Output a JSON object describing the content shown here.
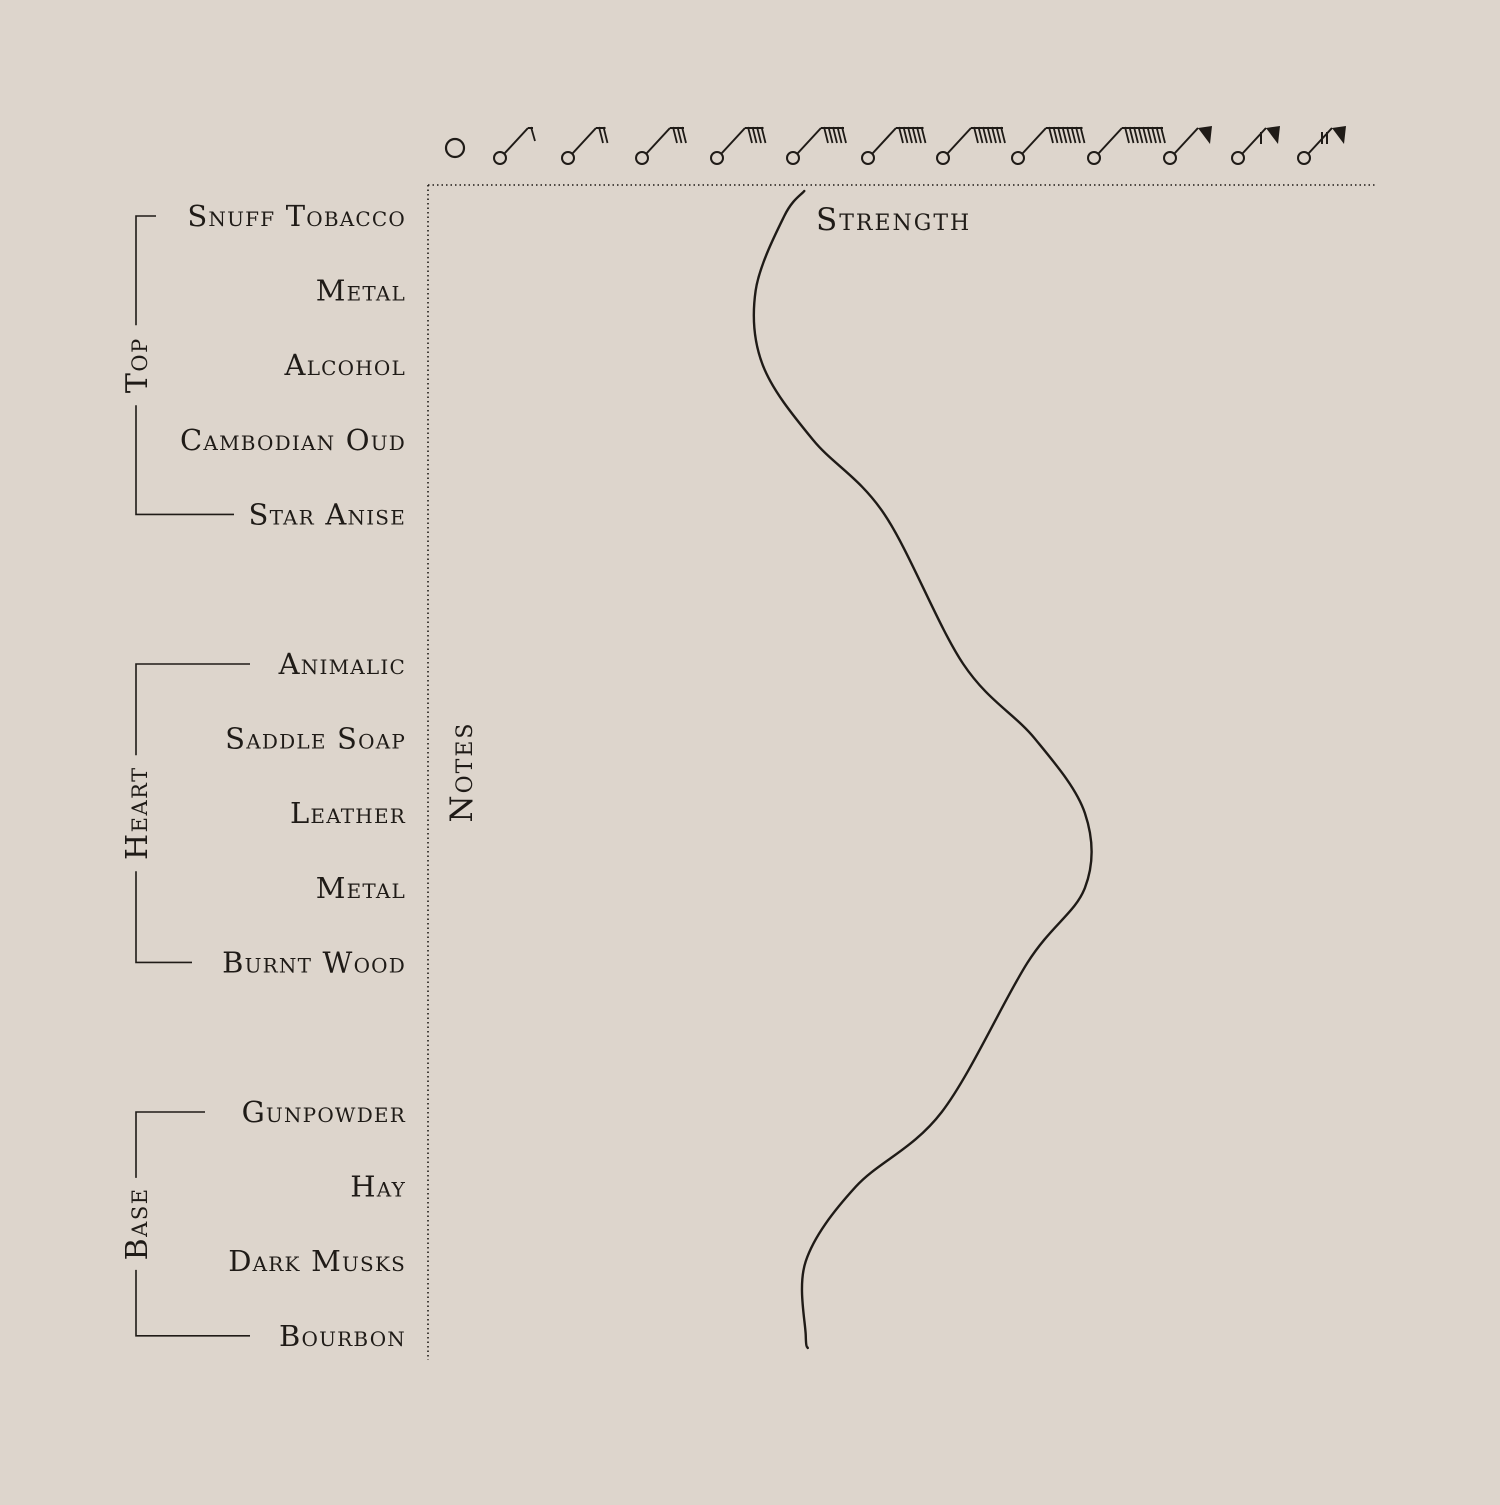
{
  "colors": {
    "background": "#ddd5cc",
    "ink": "#1f1b17"
  },
  "chart_data": {
    "type": "line",
    "x_axis": {
      "label": "Strength",
      "scale": "ordinal-glyphs",
      "levels": 13,
      "glyph_legend": "wind-barb-style strength symbols from calm (circle) to strongest (filled pennant)"
    },
    "y_axis": {
      "label": "Notes"
    },
    "groups": [
      {
        "name": "Top",
        "notes": [
          "Snuff Tobacco",
          "Metal",
          "Alcohol",
          "Cambodian Oud",
          "Star Anise"
        ]
      },
      {
        "name": "Heart",
        "notes": [
          "Animalic",
          "Saddle Soap",
          "Leather",
          "Metal",
          "Burnt Wood"
        ]
      },
      {
        "name": "Base",
        "notes": [
          "Gunpowder",
          "Hay",
          "Dark Musks",
          "Bourbon"
        ]
      }
    ],
    "series": [
      {
        "values": [
          {
            "note_index": 0,
            "strength": 4.6
          },
          {
            "note_index": 1,
            "strength": 4.2
          },
          {
            "note_index": 2,
            "strength": 4.3
          },
          {
            "note_index": 3,
            "strength": 5.0
          },
          {
            "note_index": 4,
            "strength": 6.0
          },
          {
            "note_index": 5,
            "strength": 7.1
          },
          {
            "note_index": 6,
            "strength": 8.1
          },
          {
            "note_index": 7,
            "strength": 8.8
          },
          {
            "note_index": 8,
            "strength": 8.8
          },
          {
            "note_index": 9,
            "strength": 8.0
          },
          {
            "note_index": 10,
            "strength": 6.8
          },
          {
            "note_index": 11,
            "strength": 5.6
          },
          {
            "note_index": 12,
            "strength": 4.9
          },
          {
            "note_index": 13,
            "strength": 4.9
          }
        ]
      }
    ],
    "grid": false
  }
}
